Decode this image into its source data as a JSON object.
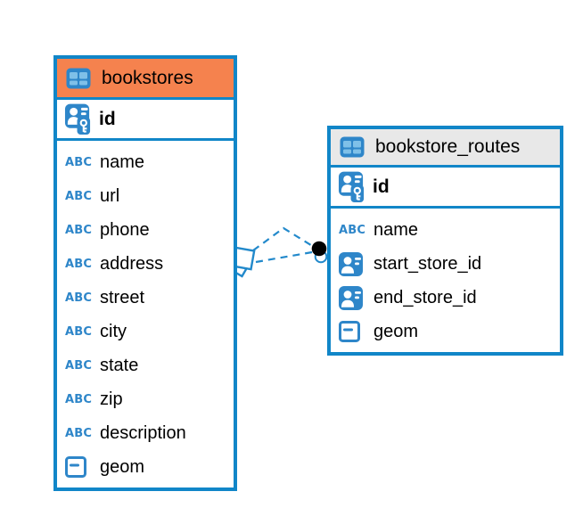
{
  "diagram": {
    "colors": {
      "table_border": "#1186C8",
      "icon_blue": "#2E86C9",
      "icon_light_cell": "#7FC0E8",
      "header_orange": "#F5824E",
      "header_gray": "#E8E8E8",
      "connector": "#2289CB",
      "endpoint_dot": "#000000",
      "text": "#000000"
    },
    "tables": [
      {
        "title": "bookstores",
        "header_color": "#F5824E",
        "table_icon": "table-icon",
        "primary_key": {
          "name": "id",
          "icon": "primary-key-icon"
        },
        "columns": [
          {
            "name": "name",
            "icon": "text-abc-icon"
          },
          {
            "name": "url",
            "icon": "text-abc-icon"
          },
          {
            "name": "phone",
            "icon": "text-abc-icon"
          },
          {
            "name": "address",
            "icon": "text-abc-icon"
          },
          {
            "name": "street",
            "icon": "text-abc-icon"
          },
          {
            "name": "city",
            "icon": "text-abc-icon"
          },
          {
            "name": "state",
            "icon": "text-abc-icon"
          },
          {
            "name": "zip",
            "icon": "text-abc-icon"
          },
          {
            "name": "description",
            "icon": "text-abc-icon"
          },
          {
            "name": "geom",
            "icon": "geometry-icon"
          }
        ]
      },
      {
        "title": "bookstore_routes",
        "header_color": "#E8E8E8",
        "table_icon": "table-icon",
        "primary_key": {
          "name": "id",
          "icon": "primary-key-icon"
        },
        "columns": [
          {
            "name": "name",
            "icon": "text-abc-icon"
          },
          {
            "name": "start_store_id",
            "icon": "reference-icon"
          },
          {
            "name": "end_store_id",
            "icon": "reference-icon"
          },
          {
            "name": "geom",
            "icon": "geometry-icon"
          }
        ]
      }
    ],
    "relationship": {
      "from_table": "bookstores",
      "to_table": "bookstore_routes",
      "line_style": "dashed",
      "from_endpoint": "diamond",
      "to_endpoint": "dot",
      "line_count": 2
    }
  }
}
